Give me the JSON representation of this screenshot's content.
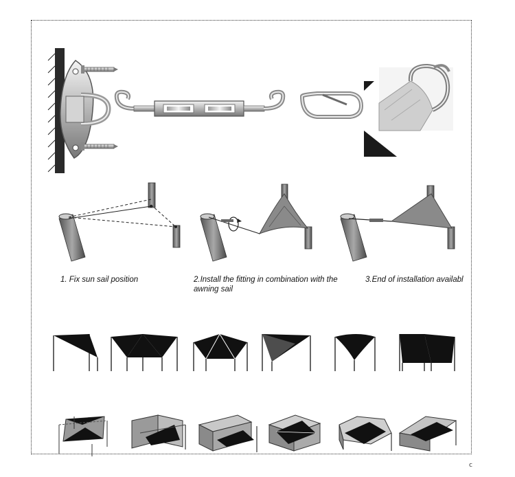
{
  "steps": [
    {
      "caption": "1. Fix sun sail position"
    },
    {
      "caption": "2.Install the fitting in combination with the awning sail"
    },
    {
      "caption": "3.End of installation availabl"
    }
  ],
  "corner_mark": "c",
  "colors": {
    "ink": "#111111",
    "steel": "#c8c8c8",
    "sail_gray": "#8a8a8a",
    "pole": "#7a7a7a"
  },
  "icons": [
    "pad-eye-icon",
    "screw-icon",
    "turnbuckle-icon",
    "carabiner-icon",
    "d-ring-icon"
  ]
}
